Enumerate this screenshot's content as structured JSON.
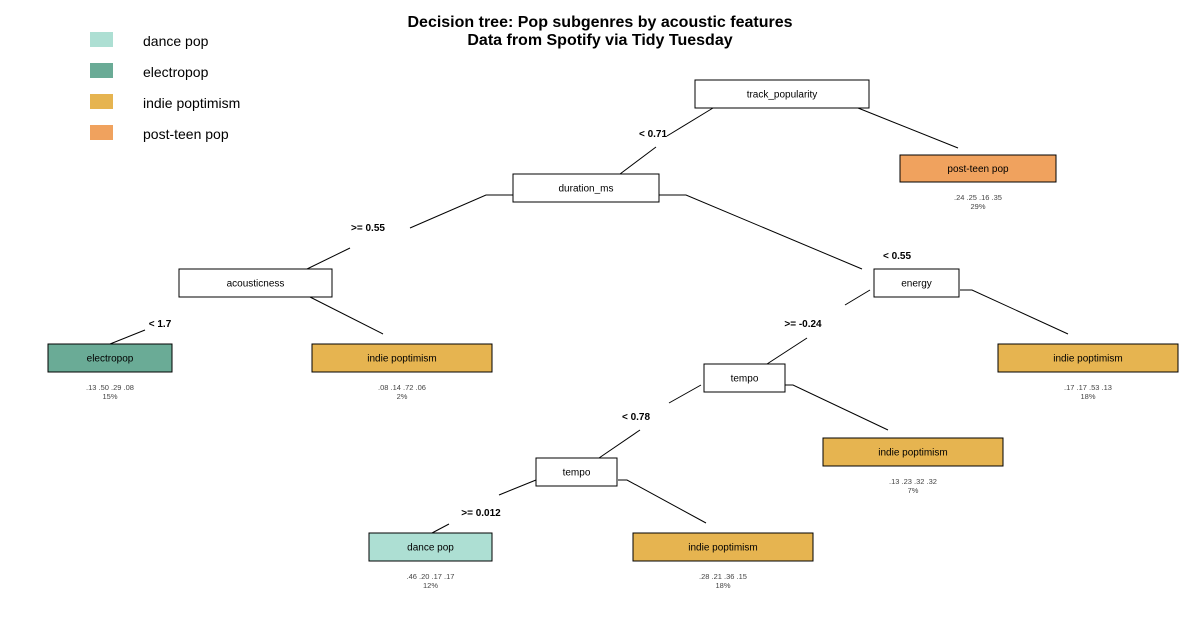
{
  "title": {
    "line1": "Decision tree: Pop subgenres by acoustic features",
    "line2": "Data from Spotify via Tidy Tuesday"
  },
  "colors": {
    "dance pop": "#addfd3",
    "electropop": "#6aab96",
    "indie poptimism": "#e6b450",
    "post-teen pop": "#f0a25e"
  },
  "legend": [
    {
      "label": "dance pop",
      "color": "#addfd3"
    },
    {
      "label": "electropop",
      "color": "#6aab96"
    },
    {
      "label": "indie poptimism",
      "color": "#e6b450"
    },
    {
      "label": "post-teen pop",
      "color": "#f0a25e"
    }
  ],
  "nodes": [
    {
      "id": "root",
      "label": "track_popularity",
      "type": "split"
    },
    {
      "id": "n_duration",
      "label": "duration_ms",
      "type": "split"
    },
    {
      "id": "leaf_postteen",
      "label": "post-teen pop",
      "type": "leaf",
      "probs": ".24 .25 .16 .35",
      "pct": "29%"
    },
    {
      "id": "n_acoustic",
      "label": "acousticness",
      "type": "split"
    },
    {
      "id": "n_energy",
      "label": "energy",
      "type": "split"
    },
    {
      "id": "leaf_electro",
      "label": "electropop",
      "type": "leaf",
      "probs": ".13 .50 .29 .08",
      "pct": "15%"
    },
    {
      "id": "leaf_indie1",
      "label": "indie poptimism",
      "type": "leaf",
      "probs": ".08 .14 .72 .06",
      "pct": "2%"
    },
    {
      "id": "n_tempo1",
      "label": "tempo",
      "type": "split"
    },
    {
      "id": "leaf_indie2",
      "label": "indie poptimism",
      "type": "leaf",
      "probs": ".17 .17 .53 .13",
      "pct": "18%"
    },
    {
      "id": "n_tempo2",
      "label": "tempo",
      "type": "split"
    },
    {
      "id": "leaf_indie3",
      "label": "indie poptimism",
      "type": "leaf",
      "probs": ".13 .23 .32 .32",
      "pct": "7%"
    },
    {
      "id": "leaf_dance",
      "label": "dance pop",
      "type": "leaf",
      "probs": ".46 .20 .17 .17",
      "pct": "12%"
    },
    {
      "id": "leaf_indie4",
      "label": "indie poptimism",
      "type": "leaf",
      "probs": ".28 .21 .36 .15",
      "pct": "18%"
    }
  ],
  "edges": [
    {
      "from": "root",
      "to": "n_duration",
      "label": "< 0.71"
    },
    {
      "from": "root",
      "to": "leaf_postteen",
      "label": ""
    },
    {
      "from": "n_duration",
      "to": "n_acoustic",
      "label": ">= 0.55"
    },
    {
      "from": "n_duration",
      "to": "n_energy",
      "label": "< 0.55"
    },
    {
      "from": "n_acoustic",
      "to": "leaf_electro",
      "label": "< 1.7"
    },
    {
      "from": "n_acoustic",
      "to": "leaf_indie1",
      "label": ""
    },
    {
      "from": "n_energy",
      "to": "n_tempo1",
      "label": ">= -0.24"
    },
    {
      "from": "n_energy",
      "to": "leaf_indie2",
      "label": ""
    },
    {
      "from": "n_tempo1",
      "to": "n_tempo2",
      "label": "< 0.78"
    },
    {
      "from": "n_tempo1",
      "to": "leaf_indie3",
      "label": ""
    },
    {
      "from": "n_tempo2",
      "to": "leaf_dance",
      "label": ">= 0.012"
    },
    {
      "from": "n_tempo2",
      "to": "leaf_indie4",
      "label": ""
    }
  ]
}
